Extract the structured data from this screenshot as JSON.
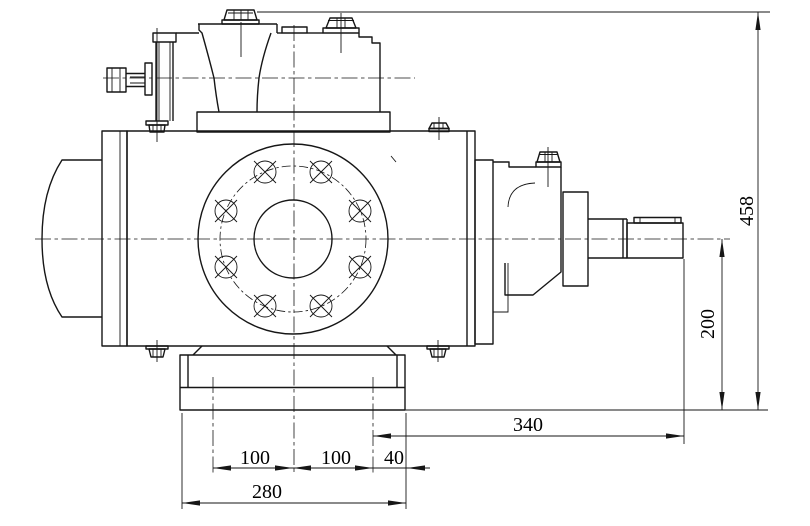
{
  "drawing": {
    "kind": "mechanical-outline-drawing",
    "subject": "screw pump side elevation with mounting base, suction flange and drive shaft",
    "units": "mm",
    "colors": {
      "line": "#161616",
      "background": "#ffffff"
    },
    "dims": {
      "total_height": "458",
      "shaft_center_height": "200",
      "shaft_end_to_foot_hole": "340",
      "base_length": "280",
      "foot_hole_pitch_left": "100",
      "foot_hole_pitch_right": "100",
      "foot_hole_edge_offset": "40"
    }
  }
}
